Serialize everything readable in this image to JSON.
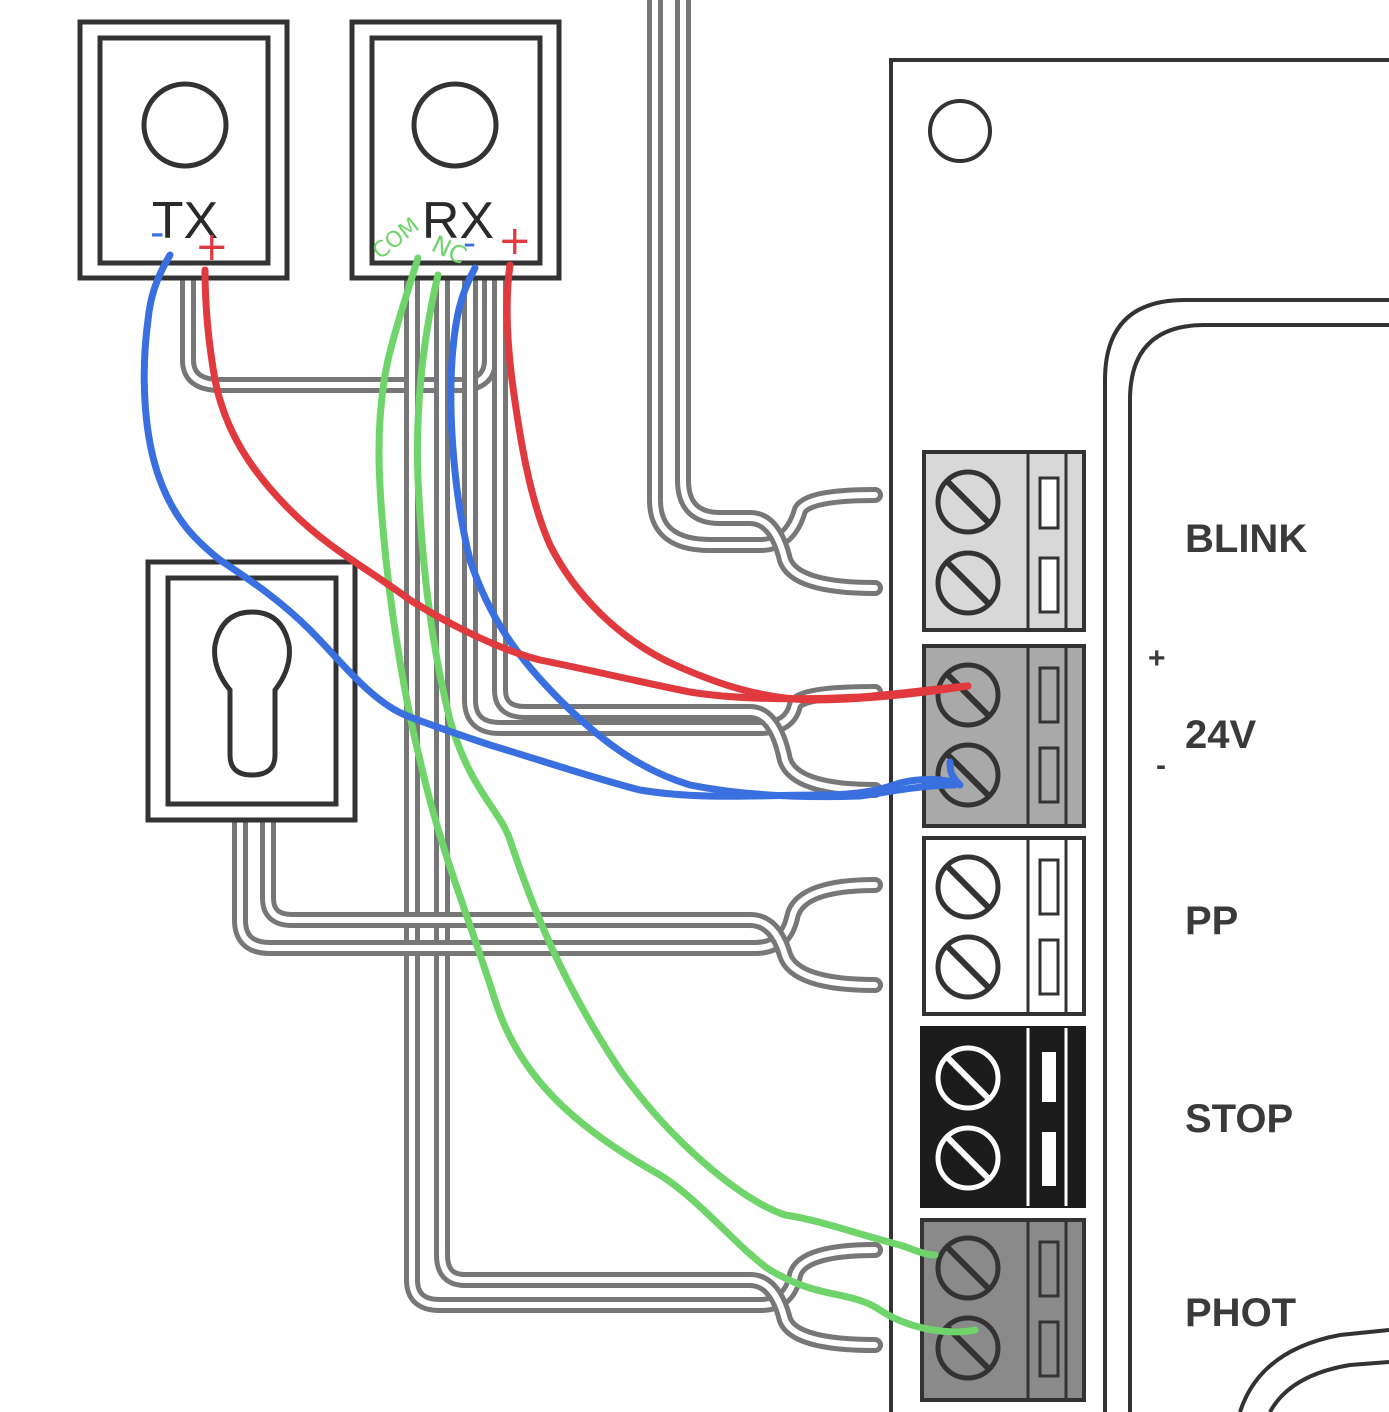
{
  "devices": {
    "tx": {
      "label": "TX"
    },
    "rx": {
      "label": "RX"
    }
  },
  "terminals": {
    "blink": "BLINK",
    "v24": "24V",
    "pp": "PP",
    "stop": "STOP",
    "phot": "PHOT",
    "plus": "+",
    "minus": "-"
  },
  "annotations": {
    "tx_minus": "-",
    "tx_plus": "+",
    "rx_com": "COM",
    "rx_nc": "NC",
    "rx_minus": "-",
    "rx_plus": "+"
  },
  "colors": {
    "background": "#ffffff",
    "line": "#333333",
    "cable": "#777777",
    "block_light": "#d8d8d8",
    "block_mid": "#a9a9a9",
    "block_white": "#ffffff",
    "block_black": "#1c1c1c",
    "block_phot": "#8a8a8a",
    "wire_red": "#e0393e",
    "wire_blue": "#3a6fe0",
    "wire_green": "#6fd46a"
  }
}
